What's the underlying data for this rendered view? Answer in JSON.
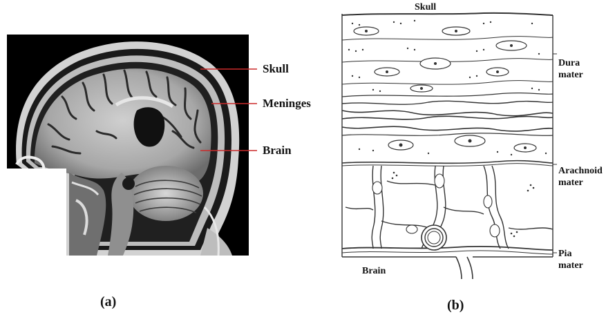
{
  "panel_a": {
    "caption": "(a)",
    "labels": {
      "skull": "Skull",
      "meninges": "Meninges",
      "brain": "Brain"
    }
  },
  "panel_b": {
    "caption": "(b)",
    "labels": {
      "skull": "Skull",
      "dura_mater": "Dura mater",
      "arachnoid_mater": "Arachnoid mater",
      "pia_mater": "Pia mater",
      "brain": "Brain"
    }
  },
  "colors": {
    "label_line": "#cc2a2a",
    "ink": "#333333",
    "mri_background": "#000000"
  }
}
